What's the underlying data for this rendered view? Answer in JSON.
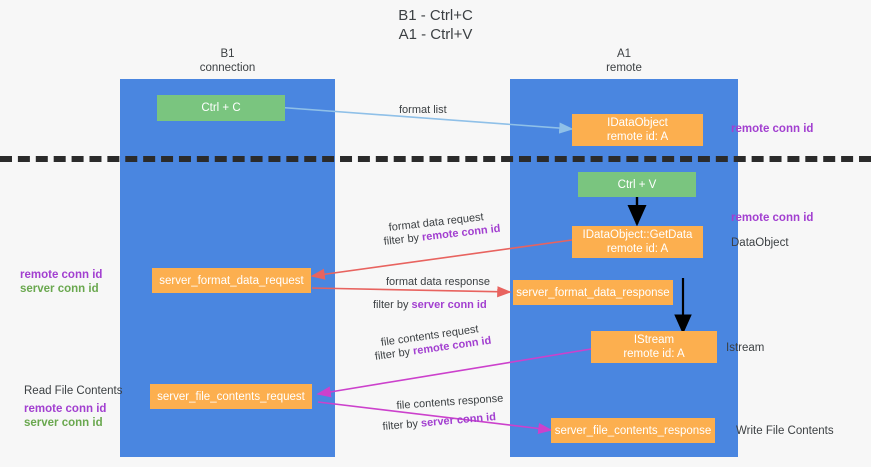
{
  "title": {
    "line1": "B1 - Ctrl+C",
    "line2": "A1 - Ctrl+V"
  },
  "columns": [
    {
      "name": "B1",
      "role": "connection"
    },
    {
      "name": "A1",
      "role": "remote"
    }
  ],
  "colors": {
    "lane": "#4a86e0",
    "node_green": "#7ac57f",
    "node_orange": "#fcaf4f",
    "separator": "#2b2b2b",
    "remote_conn_id": "#a23fd0",
    "server_conn_id": "#6aa84f",
    "arrow_blue": "#8fc0e8",
    "arrow_red": "#e8635f",
    "arrow_black": "#000000",
    "arrow_magenta": "#cc41cc",
    "background": "#f7f7f7",
    "text": "#3c4043"
  },
  "nodes": {
    "ctrl_c": {
      "label": "Ctrl + C"
    },
    "ctrl_v": {
      "label": "Ctrl + V"
    },
    "idataobject": {
      "line1": "IDataObject",
      "line2": "remote id: A"
    },
    "idataobject_getdata": {
      "line1": "IDataObject::GetData",
      "line2": "remote id: A"
    },
    "istream": {
      "line1": "IStream",
      "line2": "remote id: A"
    },
    "server_format_data_request": {
      "label": "server_format_data_request"
    },
    "server_format_data_response": {
      "label": "server_format_data_response"
    },
    "server_file_contents_request": {
      "label": "server_file_contents_request"
    },
    "server_file_contents_response": {
      "label": "server_file_contents_response"
    }
  },
  "right_labels": {
    "remote_conn_id_top": "remote conn id",
    "remote_conn_id_mid": "remote conn id",
    "dataobject": "DataObject",
    "istream": "Istream",
    "write_file_contents": "Write File Contents"
  },
  "left_labels": {
    "remote_conn_id_mid": "remote conn id",
    "server_conn_id_mid": "server conn id",
    "read_file_contents": "Read File Contents",
    "remote_conn_id_bottom": "remote conn id",
    "server_conn_id_bottom": "server conn id"
  },
  "edges": {
    "format_list": "format list",
    "format_data_request": "format data request",
    "format_data_request_filter_prefix": "filter by ",
    "format_data_request_filter_key": "remote conn id",
    "format_data_response": "format data response",
    "format_data_response_filter_prefix": "filter by ",
    "format_data_response_filter_key": "server conn id",
    "file_contents_request": "file contents request",
    "file_contents_request_filter_prefix": "filter by ",
    "file_contents_request_filter_key": "remote conn id",
    "file_contents_response": "file contents response",
    "file_contents_response_filter_prefix": "filter by ",
    "file_contents_response_filter_key": "server conn id"
  }
}
